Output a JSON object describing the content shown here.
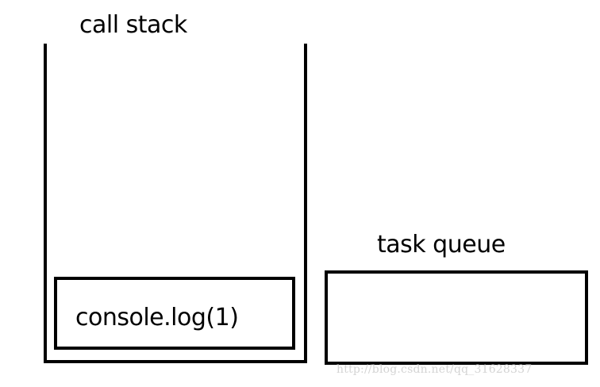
{
  "call_stack": {
    "title": "call stack",
    "frames": [
      {
        "text": "console.log(1)"
      }
    ]
  },
  "task_queue": {
    "title": "task queue",
    "items": []
  },
  "watermark": {
    "text": "http://blog.csdn.net/qq_31628337"
  }
}
